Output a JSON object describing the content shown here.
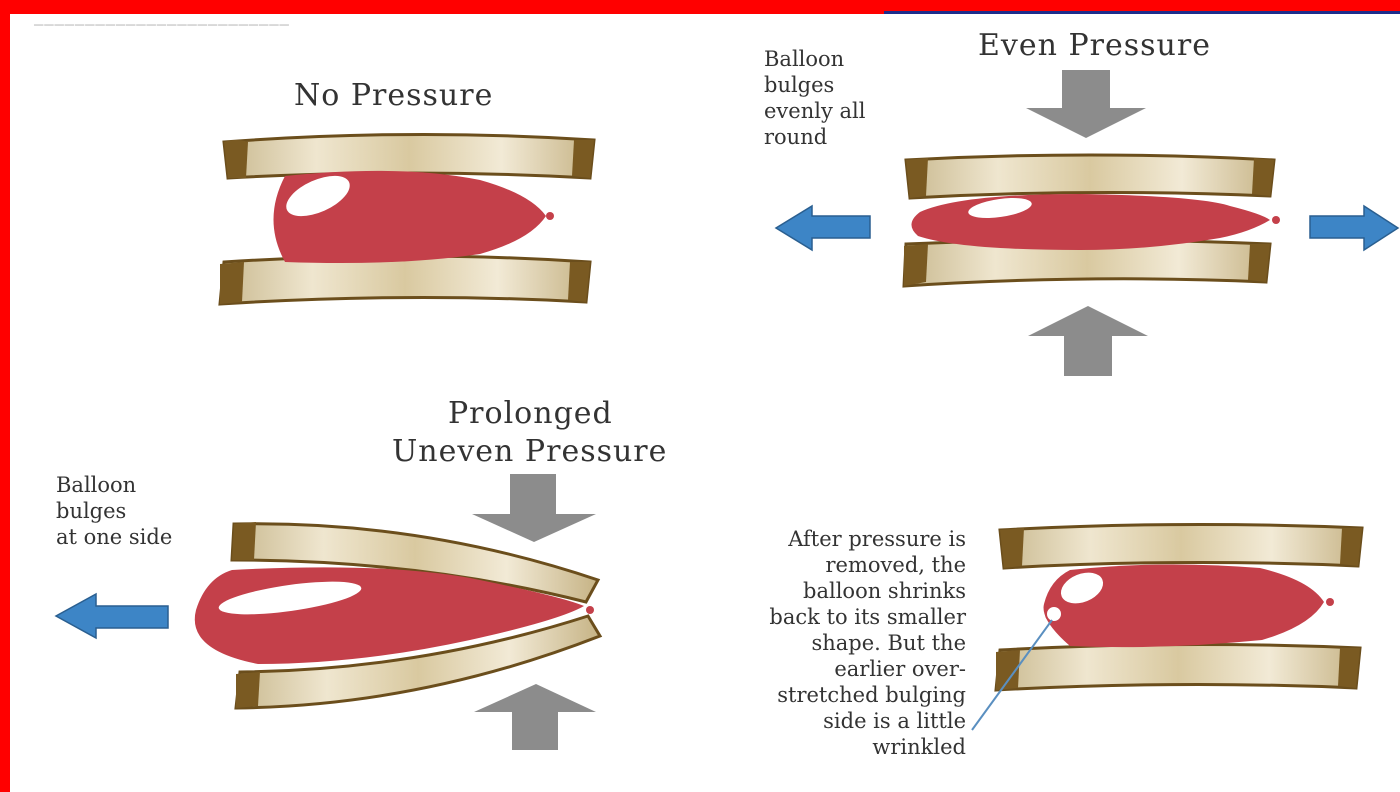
{
  "panels": {
    "no_pressure": {
      "title": "No Pressure"
    },
    "even_pressure": {
      "title": "Even Pressure",
      "note": [
        "Balloon",
        "bulges",
        "evenly all",
        "round"
      ]
    },
    "prolonged": {
      "title_line1": "Prolonged",
      "title_line2": "Uneven Pressure",
      "note": [
        "Balloon",
        "bulges",
        "at one side"
      ]
    },
    "after": {
      "note": [
        "After pressure is",
        "removed, the",
        "balloon shrinks",
        "back to its smaller",
        "shape. But the",
        "earlier over-",
        "stretched bulging",
        "side is a little",
        "wrinkled"
      ]
    }
  },
  "colors": {
    "frame": "#ff0000",
    "balloon": "#c4404a",
    "arrow_pressure": "#8c8c8c",
    "arrow_bulge": "#3d85c6",
    "bread_crust": "#8a6a2c",
    "bread_crumb": "#e6dcc2"
  }
}
